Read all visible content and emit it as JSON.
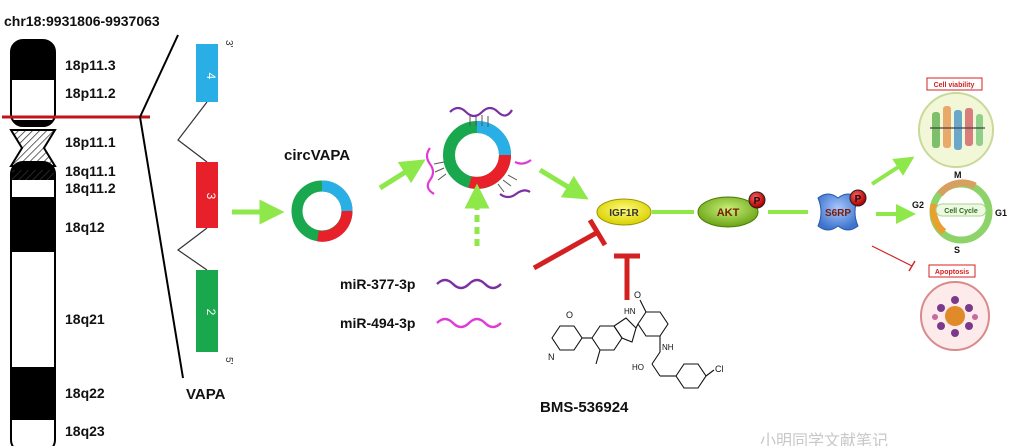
{
  "chromosome": {
    "locus": "chr18:9931806-9937063",
    "bands": [
      "18p11.3",
      "18p11.2",
      "18p11.1",
      "18q11.1",
      "18q11.2",
      "18q12",
      "18q21",
      "18q22",
      "18q23"
    ]
  },
  "gene": {
    "name": "VAPA",
    "exons": [
      "4",
      "3",
      "2"
    ],
    "end3": "3'",
    "end5": "5'"
  },
  "circrna": {
    "name": "circVAPA"
  },
  "mirnas": [
    {
      "name": "miR-377-3p",
      "color": "#7b2fa3"
    },
    {
      "name": "miR-494-3p",
      "color": "#e03ad6"
    }
  ],
  "pathway": {
    "igf1r": "IGF1R",
    "akt": "AKT",
    "s6rp": "S6RP",
    "phospho": "P"
  },
  "inhibitor": {
    "name": "BMS-536924",
    "atom_o": "O",
    "atom_n": "N",
    "atom_nh": "NH",
    "atom_hn": "HN",
    "atom_cl": "Cl",
    "atom_ho": "HO"
  },
  "outcomes": {
    "cell_viability": "Cell viability",
    "cell_cycle": "Cell Cycle",
    "phase_m": "M",
    "phase_g1": "G1",
    "phase_g2": "G2",
    "phase_s": "S",
    "apoptosis": "Apoptosis"
  },
  "colors": {
    "exon4": "#29aee6",
    "exon3": "#e8202a",
    "exon2": "#1aa84f",
    "green_arrow": "#8ee84a",
    "inhibit_red": "#d42020",
    "igf1r_fill": "#e5e000",
    "akt_fill": "#8bbf1a",
    "s6rp_fill": "#5c95e0"
  },
  "watermark": "小明同学文献笔记"
}
